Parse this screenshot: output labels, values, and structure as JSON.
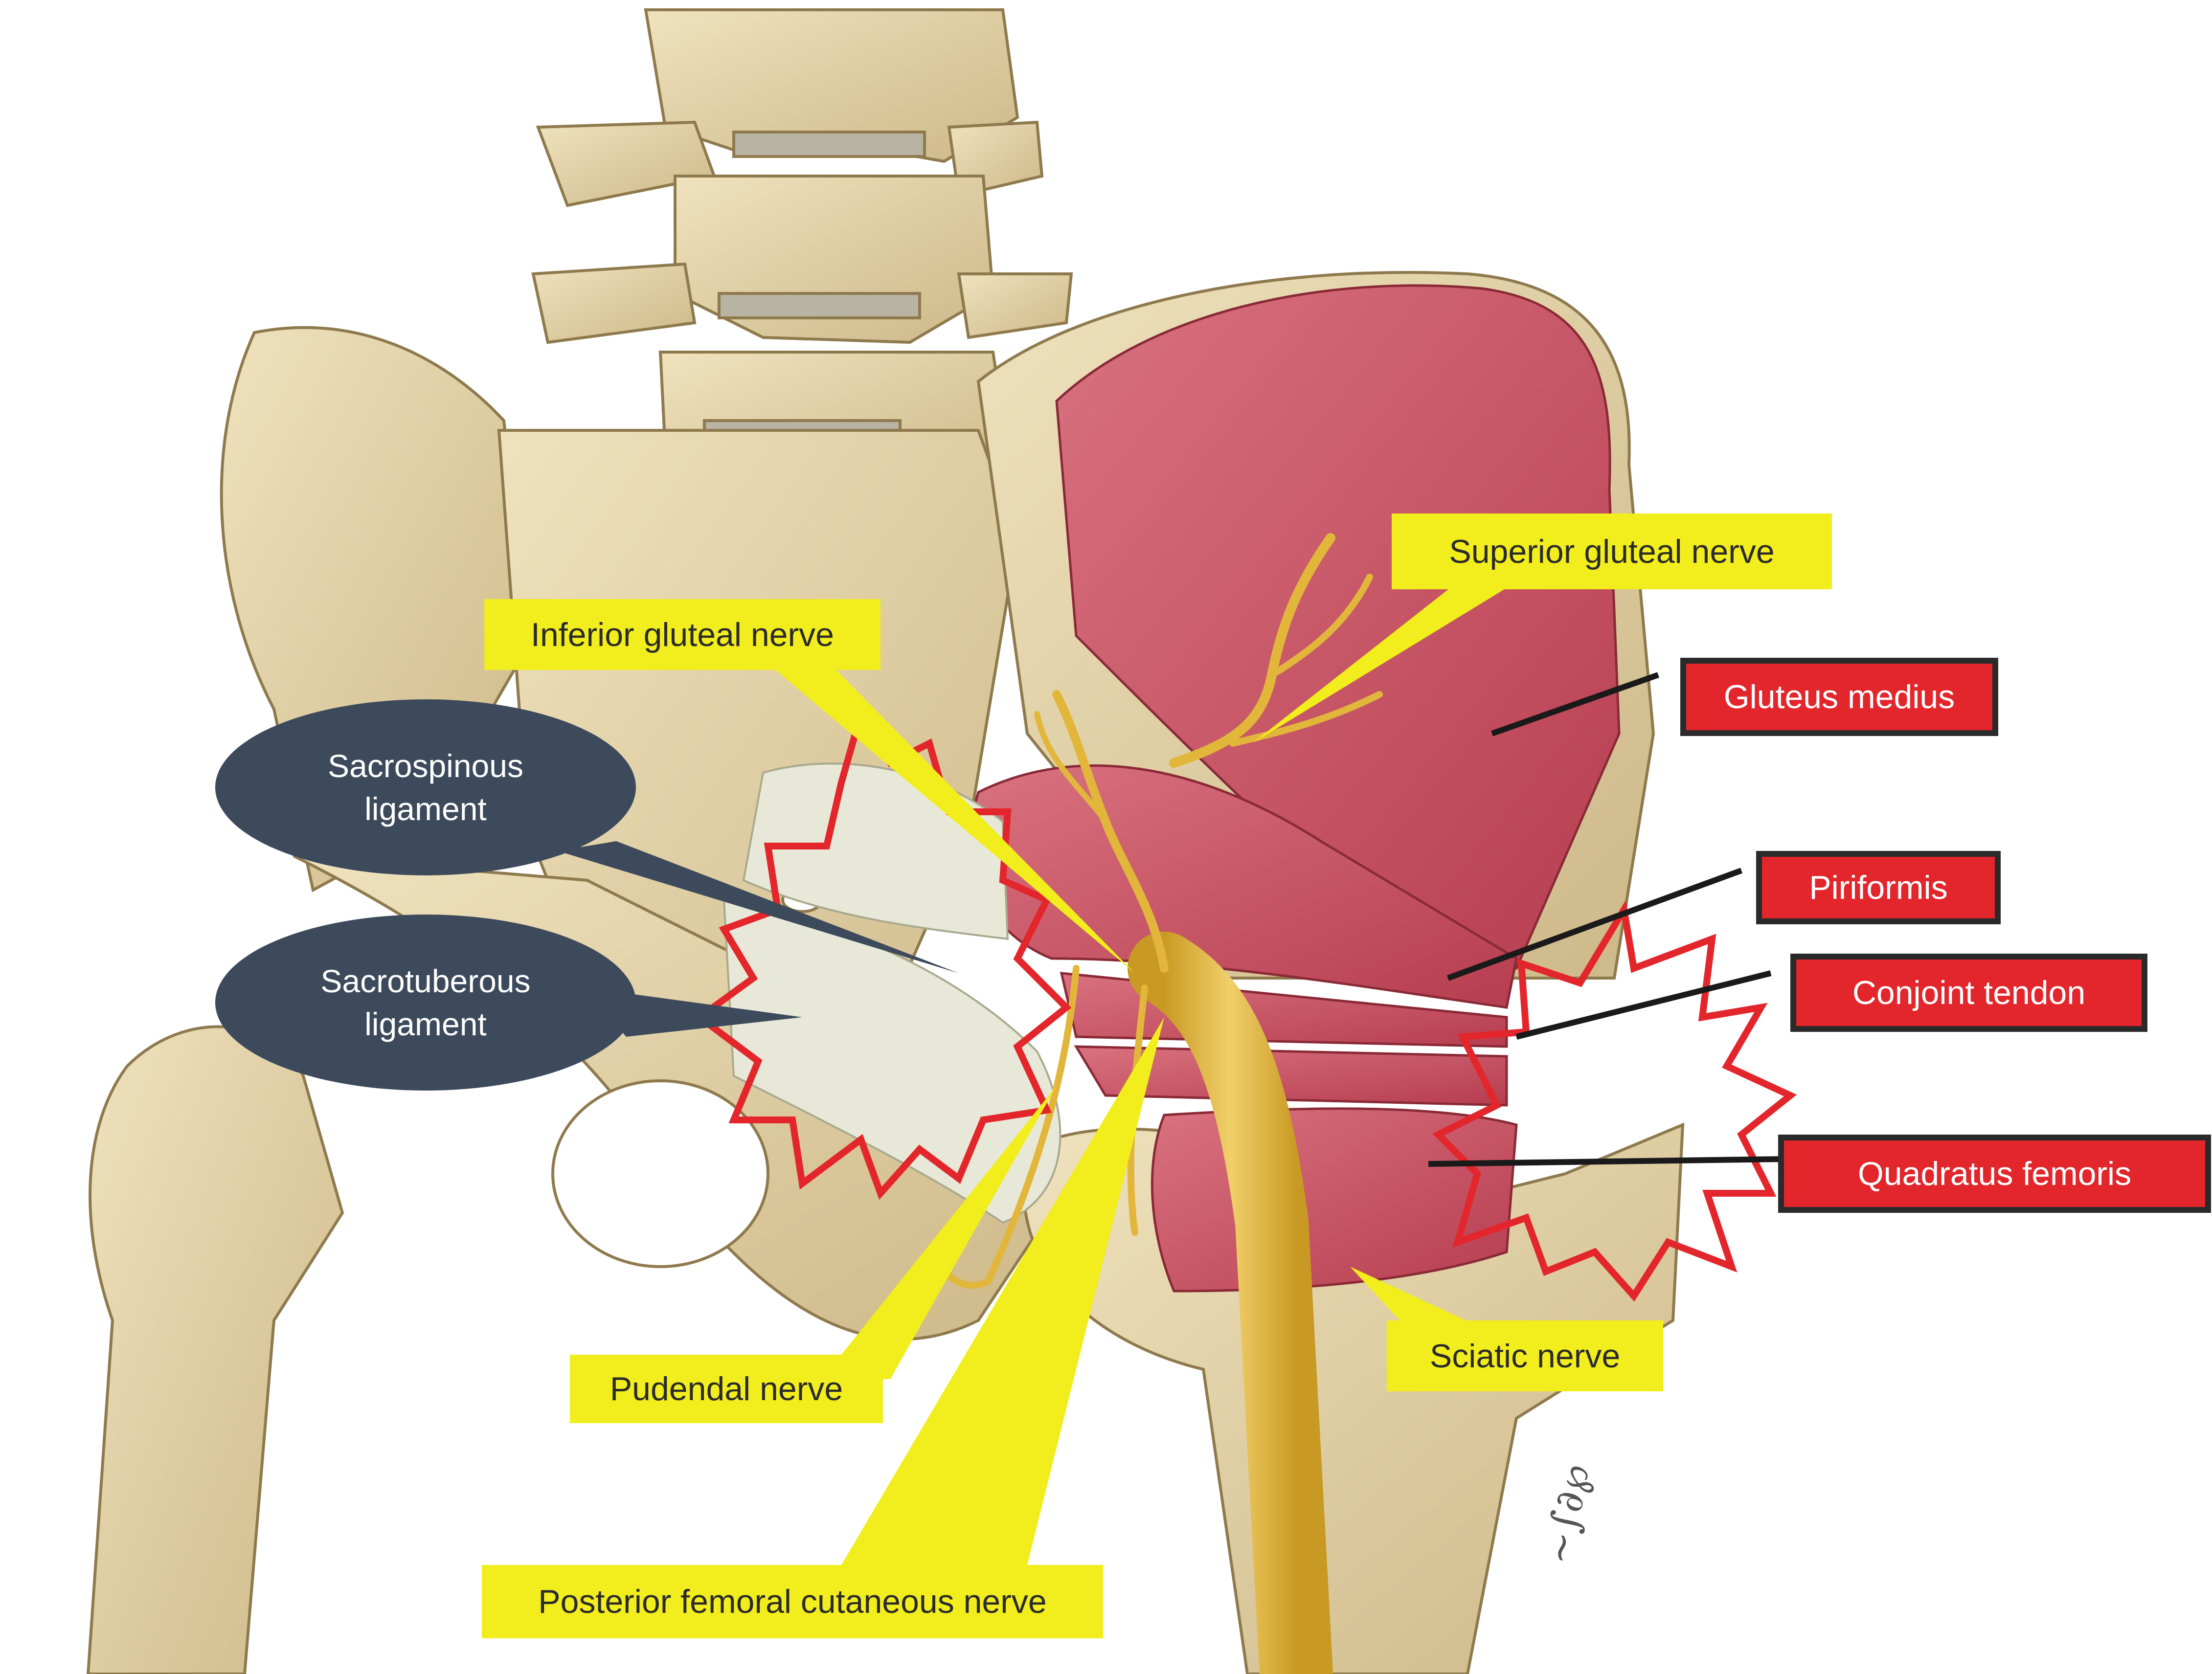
{
  "labels": {
    "superior_gluteal_nerve": "Superior gluteal nerve",
    "inferior_gluteal_nerve": "Inferior gluteal nerve",
    "gluteus_medius": "Gluteus medius",
    "sacrospinous_ligament": "Sacrospinous ligament",
    "sacrotuberous_ligament": "Sacrotuberous ligament",
    "piriformis": "Piriformis",
    "conjoint_tendon": "Conjoint tendon",
    "quadratus_femoris": "Quadratus femoris",
    "sciatic_nerve": "Sciatic nerve",
    "pudendal_nerve": "Pudendal nerve",
    "posterior_femoral_cutaneous_nerve": "Posterior femoral cutaneous nerve"
  },
  "colors": {
    "nerve_label": "#f2ed1c",
    "muscle_label": "#e3262b",
    "ligament_label": "#3d4a5c",
    "starburst_outline": "#e3262b",
    "bone": "#e6d6ad",
    "muscle": "#c9505e",
    "nerve": "#e2b63a"
  }
}
